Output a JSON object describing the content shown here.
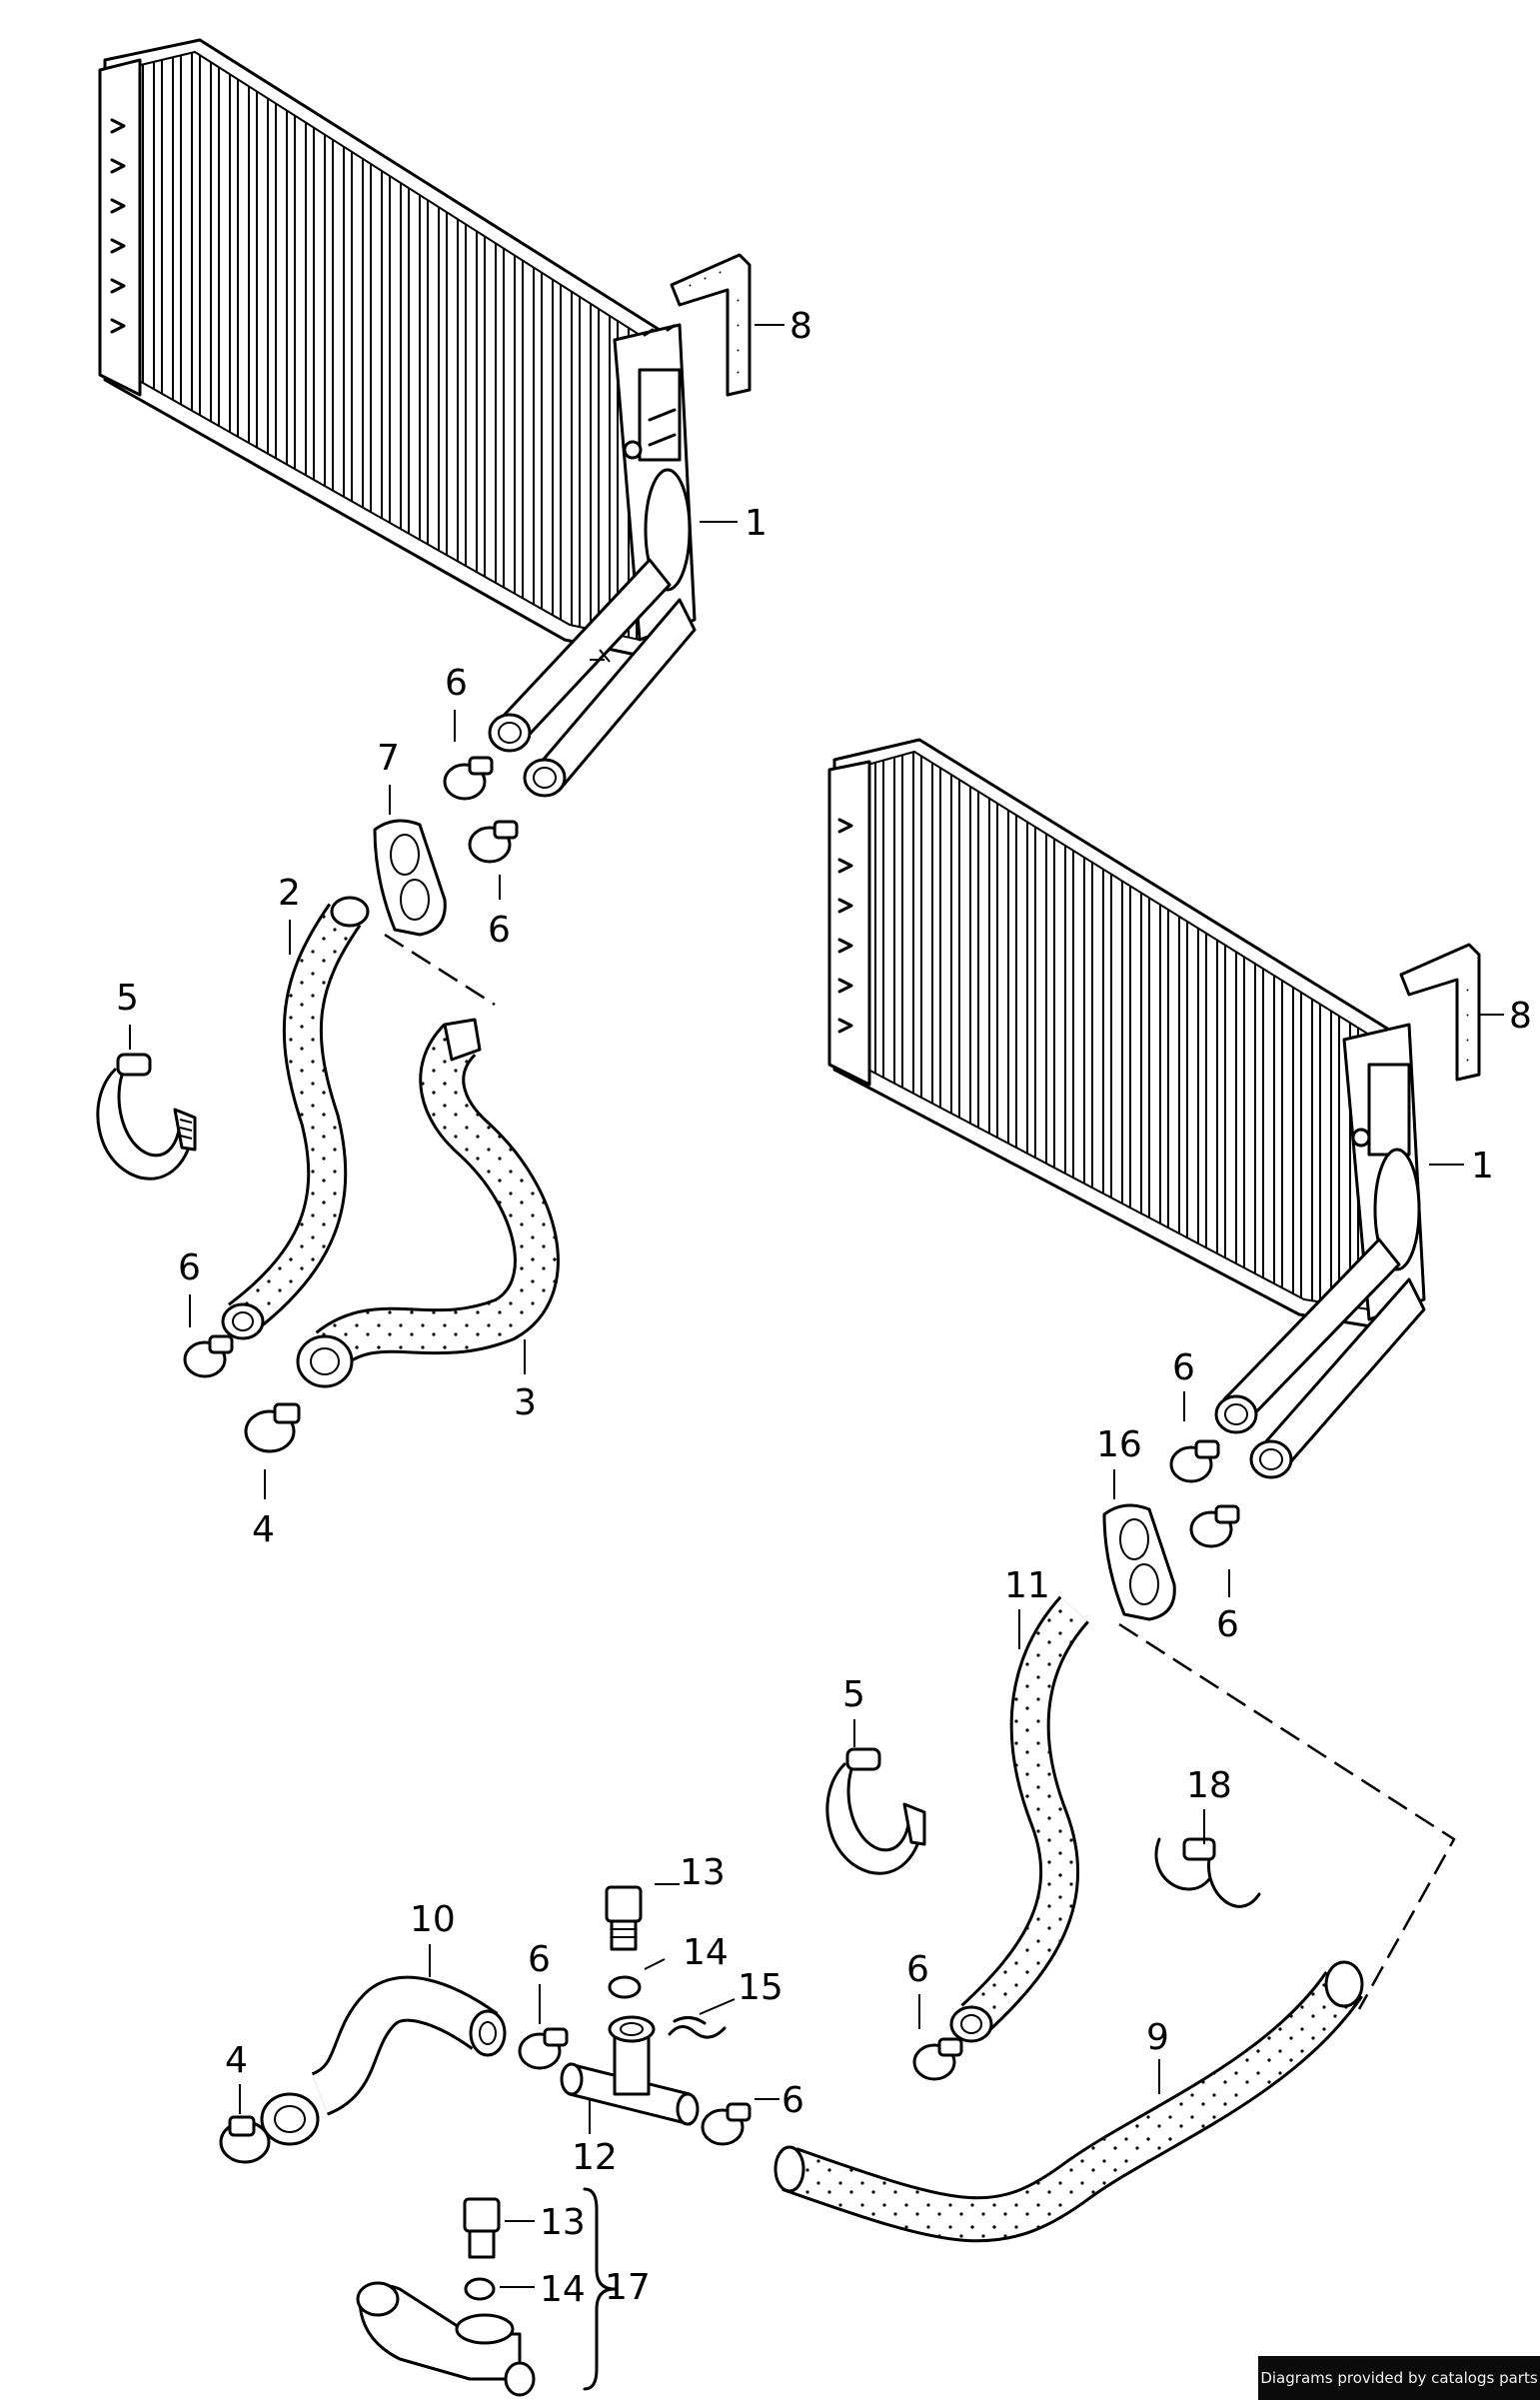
{
  "credit": "Diagrams provided by catalogs parts",
  "callouts": [
    "1",
    "2",
    "3",
    "4",
    "5",
    "6",
    "7",
    "8",
    "9",
    "10",
    "11",
    "12",
    "13",
    "14",
    "15",
    "16",
    "17",
    "18"
  ]
}
